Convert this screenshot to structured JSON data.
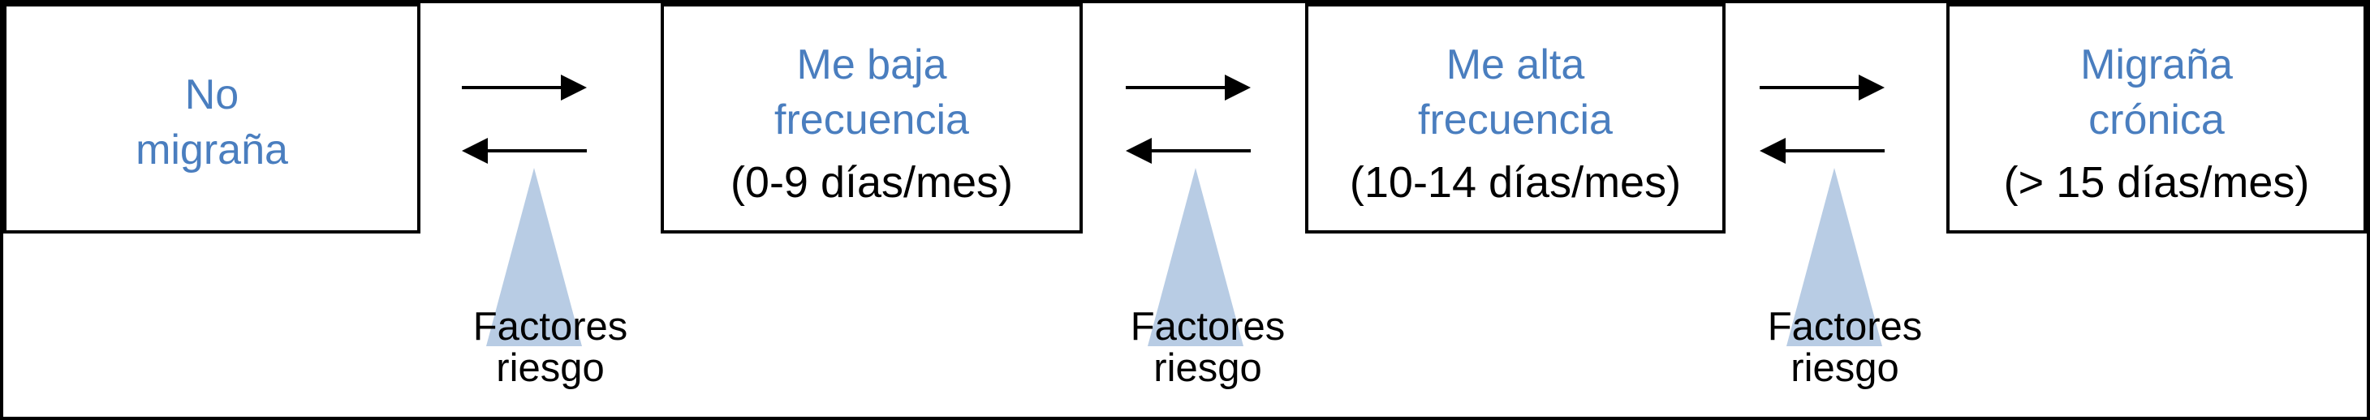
{
  "diagram": {
    "title": "Migraine frequency progression diagram",
    "stages": [
      {
        "title_lines": [
          "No",
          "migraña"
        ],
        "subtitle": ""
      },
      {
        "title_lines": [
          "Me baja",
          "frecuencia"
        ],
        "subtitle": "(0-9 días/mes)"
      },
      {
        "title_lines": [
          "Me alta",
          "frecuencia"
        ],
        "subtitle": "(10-14 días/mes)"
      },
      {
        "title_lines": [
          "Migraña",
          "crónica"
        ],
        "subtitle": "(> 15 días/mes)"
      }
    ],
    "transitions": [
      {
        "label_lines": [
          "Factores",
          "riesgo"
        ]
      },
      {
        "label_lines": [
          "Factores",
          "riesgo"
        ]
      },
      {
        "label_lines": [
          "Factores",
          "riesgo"
        ]
      }
    ],
    "colors": {
      "stage_title": "#4a7ebf",
      "subtitle_color": "#000000",
      "risk_triangle": "#b8cce4",
      "arrow_color": "#000000",
      "border_color": "#000000",
      "bg_color": "#ffffff"
    }
  }
}
